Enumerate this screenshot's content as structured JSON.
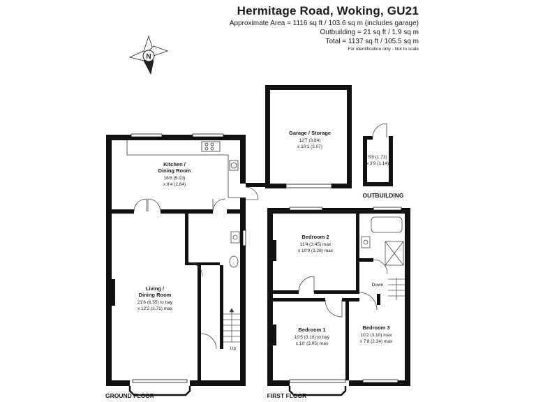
{
  "header": {
    "title": "Hermitage Road, Woking, GU21",
    "approx_area": "Approximate Area = 1116 sq ft / 103.6 sq m (includes garage)",
    "outbuilding_area": "Outbuilding = 21 sq ft / 1.9 sq m",
    "total_area": "Total = 1137 sq ft / 105.5 sq m",
    "disclaimer": "For identification only - Not to scale"
  },
  "compass": {
    "label": "N"
  },
  "rooms": {
    "kitchen": {
      "name1": "Kitchen /",
      "name2": "Dining Room",
      "dim1": "16'6 (5.03)",
      "dim2": "x 9'4 (2.84)"
    },
    "living": {
      "name1": "Living /",
      "name2": "Dining Room",
      "dim1": "21'6 (6.55) to bay",
      "dim2": "x 12'2 (3.71) max"
    },
    "garage": {
      "name": "Garage / Storage",
      "dim1": "12'7 (3.84)",
      "dim2": "x 10'1 (3.07)"
    },
    "outbuilding": {
      "dim1": "5'8 (1.73)",
      "dim2": "x 3'9 (1.14)"
    },
    "bedroom2": {
      "name": "Bedroom 2",
      "dim1": "11'4 (3.45) max",
      "dim2": "x 10'9 (3.28) max"
    },
    "bedroom1": {
      "name": "Bedroom 1",
      "dim1": "10'5 (3.18) to bay",
      "dim2": "x 10' (3.05) max"
    },
    "bedroom3": {
      "name": "Bedroom 3",
      "dim1": "10'2 (3.10) max",
      "dim2": "x 7'8 (2.34) max"
    }
  },
  "stairs": {
    "up": "Up",
    "down": "Down"
  },
  "floor_labels": {
    "ground": "GROUND FLOOR",
    "first": "FIRST FLOOR",
    "outbuilding": "OUTBUILDING"
  },
  "colors": {
    "wall": "#111111",
    "window": "#ffffff",
    "fixture": "#555555"
  }
}
